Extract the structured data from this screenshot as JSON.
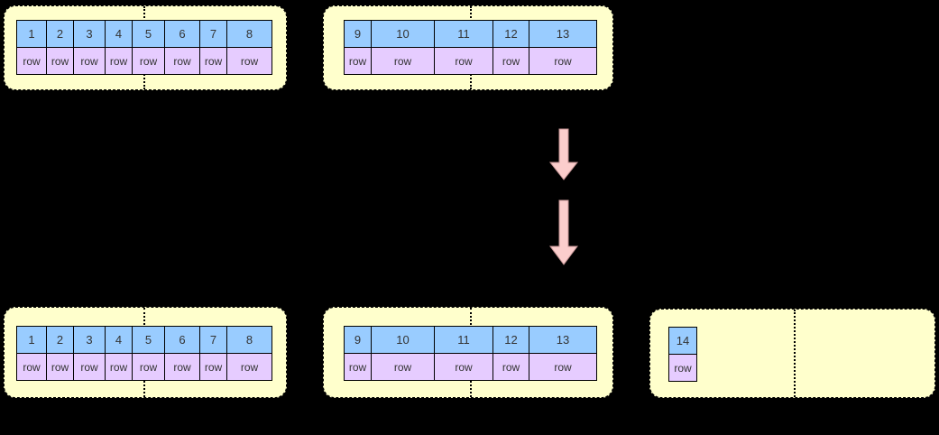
{
  "row_label": "row",
  "colors": {
    "canvas_bg": "#000000",
    "page_fill": "#ffffcc",
    "page_border": "#000000",
    "cell_border": "#000000",
    "key_fill": "#99ccff",
    "row_fill": "#e6ccff",
    "text_color": "#333333",
    "arrow_fill": "#fbcdcc",
    "arrow_stroke": "#c49494"
  },
  "pages": {
    "before_left": {
      "cells": [
        {
          "key": "1",
          "w": 32
        },
        {
          "key": "2",
          "w": 29
        },
        {
          "key": "3",
          "w": 34
        },
        {
          "key": "4",
          "w": 29
        },
        {
          "key": "5",
          "w": 35
        },
        {
          "key": "6",
          "w": 38
        },
        {
          "key": "7",
          "w": 29
        },
        {
          "key": "8",
          "w": 49
        }
      ]
    },
    "before_right": {
      "cells": [
        {
          "key": "9",
          "w": 29
        },
        {
          "key": "10",
          "w": 69
        },
        {
          "key": "11",
          "w": 64
        },
        {
          "key": "12",
          "w": 39
        },
        {
          "key": "13",
          "w": 74
        }
      ]
    },
    "after_left": {
      "cells": [
        {
          "key": "1",
          "w": 32
        },
        {
          "key": "2",
          "w": 29
        },
        {
          "key": "3",
          "w": 34
        },
        {
          "key": "4",
          "w": 29
        },
        {
          "key": "5",
          "w": 35
        },
        {
          "key": "6",
          "w": 38
        },
        {
          "key": "7",
          "w": 29
        },
        {
          "key": "8",
          "w": 49
        }
      ]
    },
    "after_middle": {
      "cells": [
        {
          "key": "9",
          "w": 29
        },
        {
          "key": "10",
          "w": 69
        },
        {
          "key": "11",
          "w": 64
        },
        {
          "key": "12",
          "w": 39
        },
        {
          "key": "13",
          "w": 74
        }
      ]
    },
    "after_new": {
      "cells": [
        {
          "key": "14",
          "w": 30
        }
      ]
    }
  }
}
